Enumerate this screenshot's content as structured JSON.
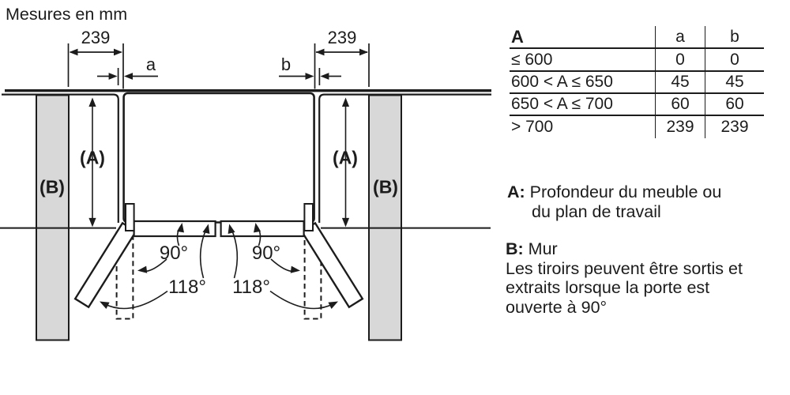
{
  "title": "Mesures en mm",
  "diagram": {
    "dim_left": "239",
    "dim_right": "239",
    "gap_left_label": "a",
    "gap_right_label": "b",
    "depth_label_left": "(A)",
    "depth_label_right": "(A)",
    "wall_label_left": "(B)",
    "wall_label_right": "(B)",
    "angle_90_left": "90°",
    "angle_90_right": "90°",
    "angle_118_left": "118°",
    "angle_118_right": "118°"
  },
  "table": {
    "header": {
      "range": "A",
      "a": "a",
      "b": "b"
    },
    "rows": [
      {
        "range": "≤ 600",
        "a": "0",
        "b": "0"
      },
      {
        "range": "600 < A ≤ 650",
        "a": "45",
        "b": "45"
      },
      {
        "range": "650 < A ≤ 700",
        "a": "60",
        "b": "60"
      },
      {
        "range": "> 700",
        "a": "239",
        "b": "239"
      }
    ]
  },
  "notes": {
    "a_label": "A:",
    "a_line1": "Profondeur du meuble ou",
    "a_line2": "du plan de travail",
    "b_label": "B:",
    "b_title": "Mur",
    "b_line1": "Les tiroirs peuvent être sortis et",
    "b_line2": "extraits lorsque la porte est",
    "b_line3": "ouverte à 90°"
  },
  "colors": {
    "ink": "#1c1c1c",
    "wall_fill": "#d8d8d8",
    "background": "#ffffff"
  }
}
